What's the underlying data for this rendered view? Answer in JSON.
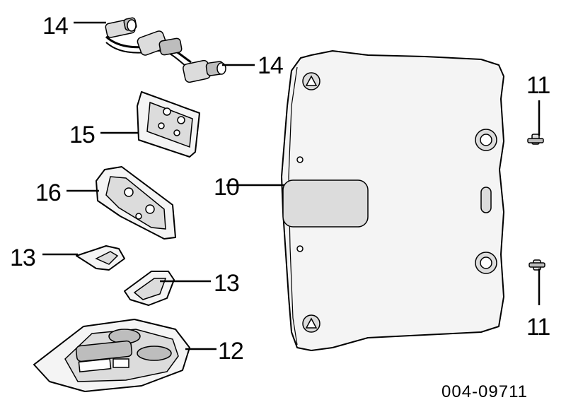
{
  "labels": {
    "headliner": "10",
    "clip_right_top": "11",
    "clip_right_bottom": "11",
    "overhead_console": "12",
    "lens_left": "13",
    "lens_right": "13",
    "bulb_harness_top": "14",
    "bulb_harness_right": "14",
    "reading_lamp_housing": "15",
    "console_bracket": "16"
  },
  "reference_number": "004-09711"
}
